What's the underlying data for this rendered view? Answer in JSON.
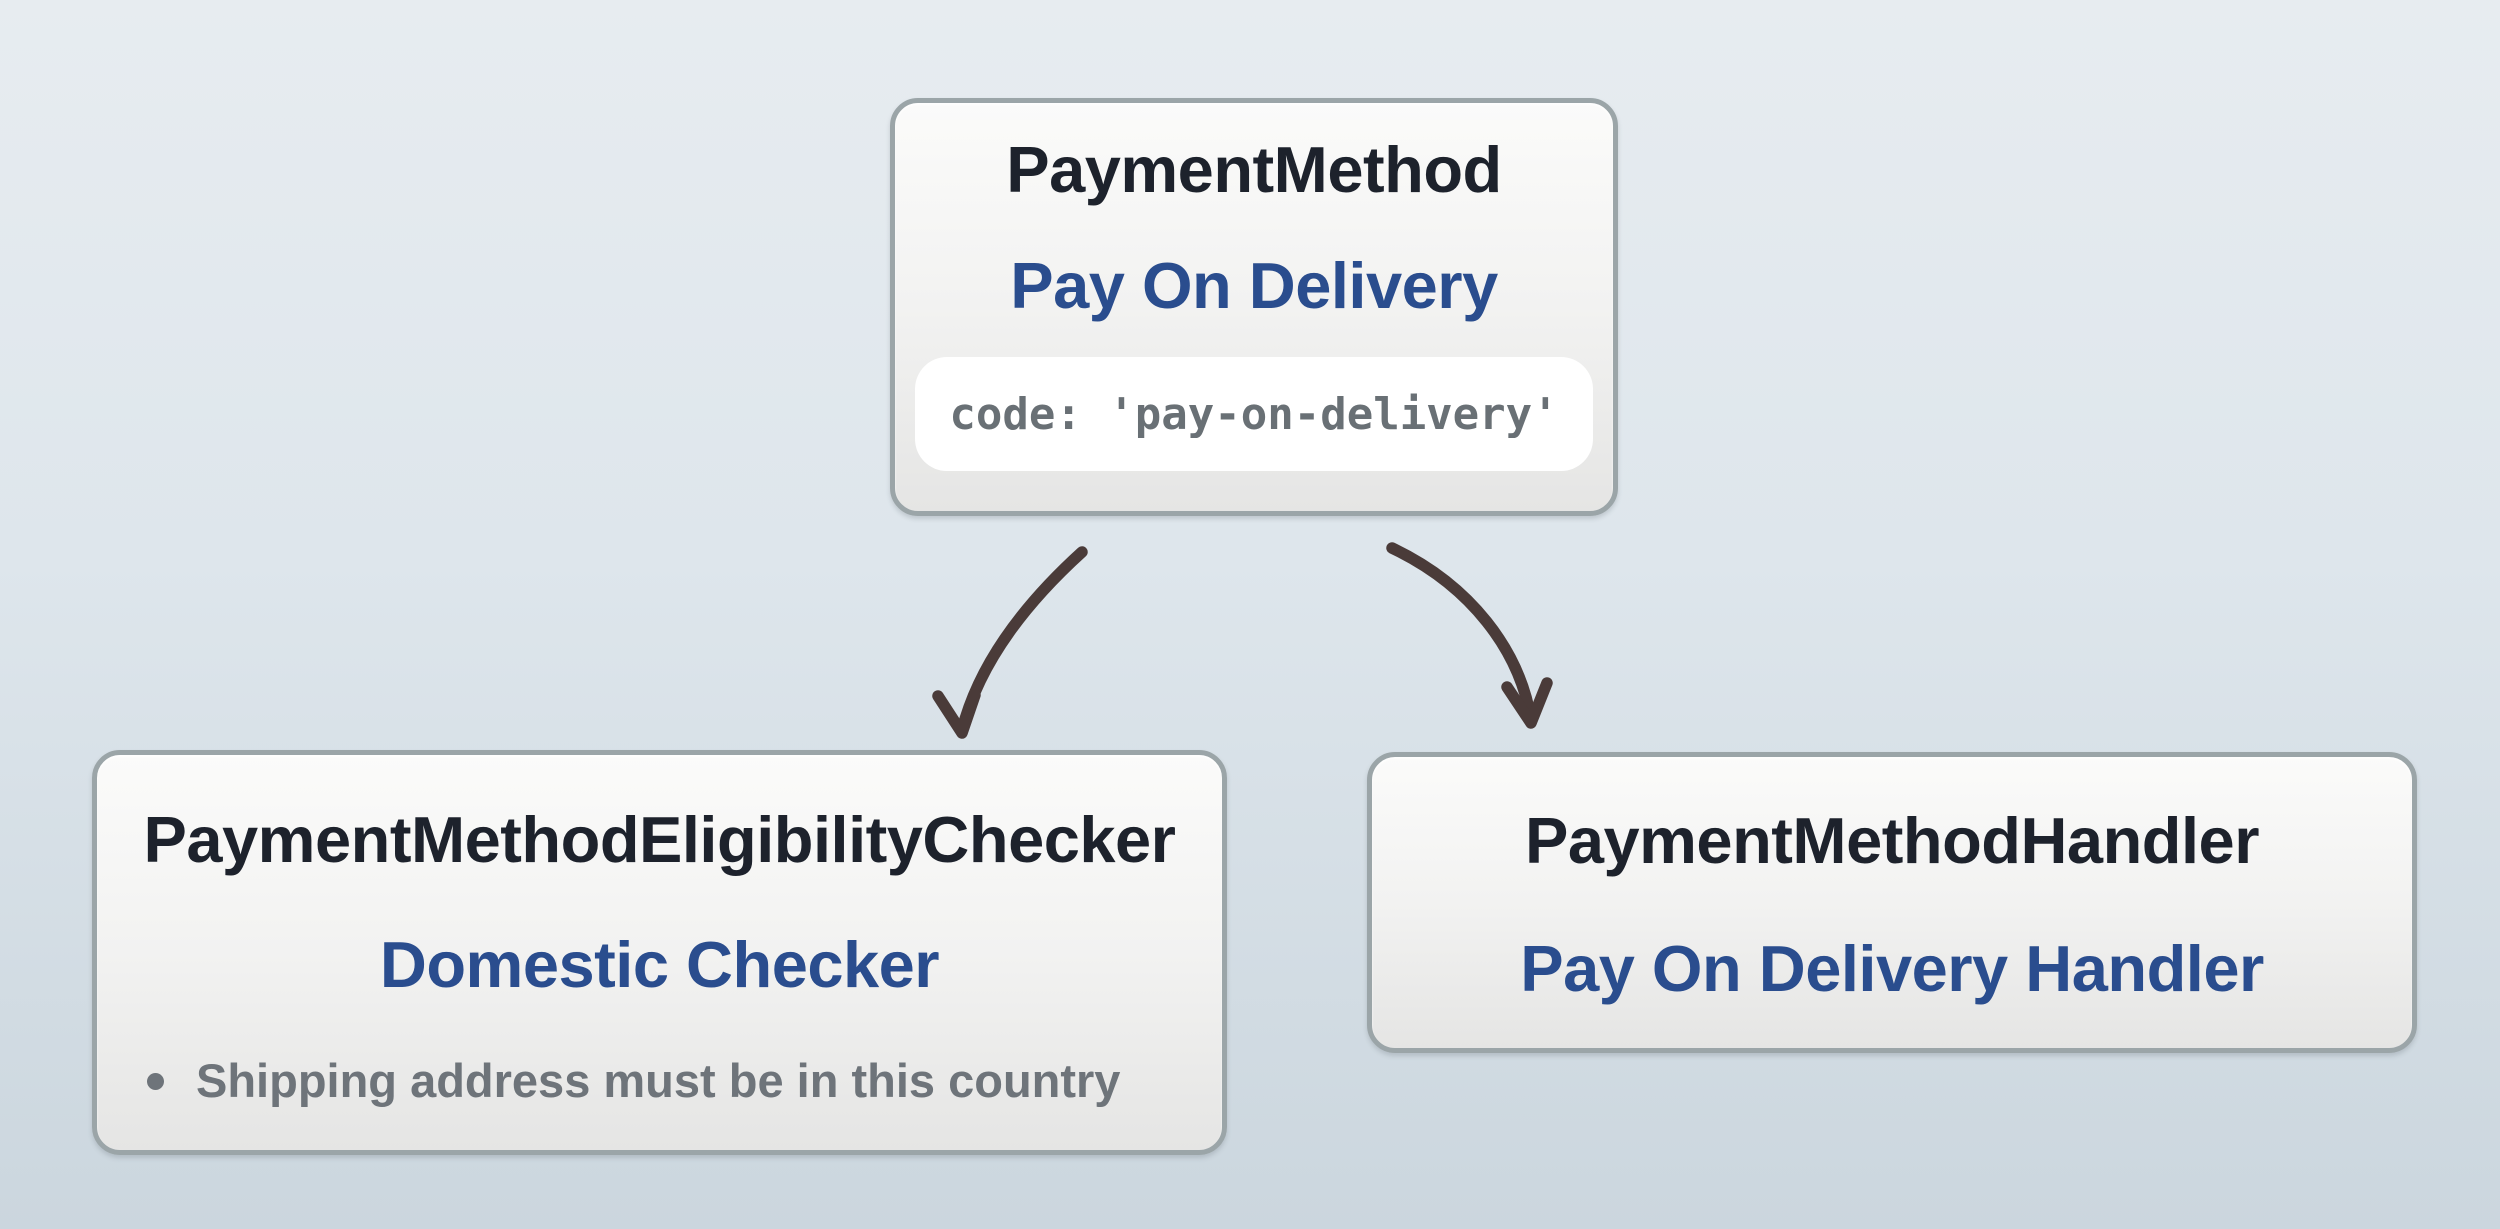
{
  "colors": {
    "canvas_bg_top": "#e7ecf0",
    "canvas_bg_mid": "#dee6ec",
    "canvas_bg_bottom": "#cbd6de",
    "box_border": "#9ba5a8",
    "box_bg_top": "#fbfbfa",
    "box_bg_bottom": "#e5e5e4",
    "title_text": "#1d222c",
    "accent_blue": "#2a4d8e",
    "pill_bg": "#ffffff",
    "code_text": "#697075",
    "muted_text": "#6e747a",
    "arrow": "#4a3b39"
  },
  "diagram": {
    "payment_method": {
      "title": "PaymentMethod",
      "subtitle": "Pay On Delivery",
      "code": "code: 'pay-on-delivery'"
    },
    "eligibility_checker": {
      "title": "PaymentMethodEligibilityChecker",
      "subtitle": "Domestic Checker",
      "bullet": "Shipping address must be in this country"
    },
    "handler": {
      "title": "PaymentMethodHandler",
      "subtitle": "Pay On Delivery Handler"
    }
  }
}
